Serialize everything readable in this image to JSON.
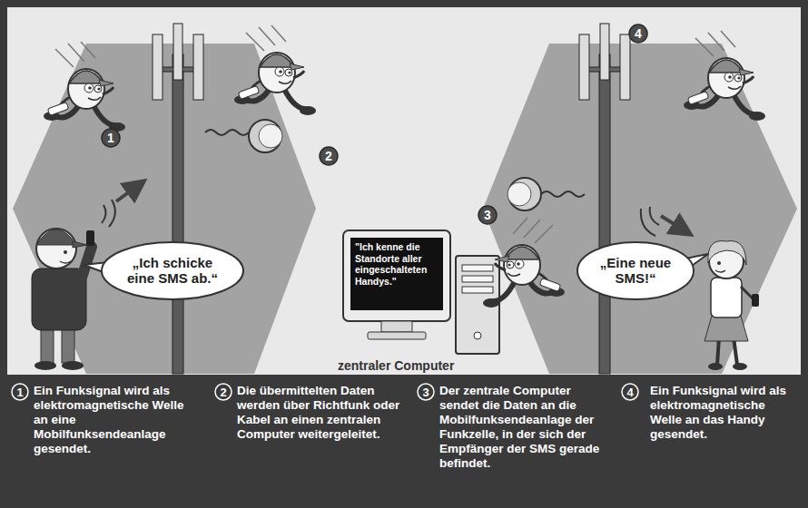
{
  "diagram": {
    "nodes": [
      {
        "text": [
          "1"
        ]
      },
      {
        "text": [
          "„Ich schicke eine SMS ab.“"
        ]
      },
      {
        "text": [
          "2"
        ]
      },
      {
        "text": [
          "\"Ich kenne die Standorte aller eingeschalteten Handys.\""
        ]
      },
      {
        "text": [
          "3"
        ]
      },
      {
        "text": [
          "„Eine neue SMS!“"
        ]
      },
      {
        "text": [
          "4"
        ]
      },
      {
        "text": [
          "1"
        ]
      },
      {
        "text": [
          "2"
        ]
      },
      {
        "text": [
          "3"
        ]
      },
      {
        "text": [
          "4"
        ]
      }
    ],
    "labels": [
      "zentraler Computer",
      "Ein Funksignal wird als elektromagnetische Welle an eine Mobilfunksendeanlage gesendet.",
      "Die übermittelten Daten werden über Richtfunk oder Kabel an einen zentralen Computer weitergeleitet.",
      "Der zentrale Computer sendet die Daten an die Mobilfunksendeanlage der Funkzelle, in der sich der Empfänger der SMS gerade befindet.",
      "Ein Funksignal wird als elektromagnetische Welle an das Handy gesendet."
    ]
  }
}
